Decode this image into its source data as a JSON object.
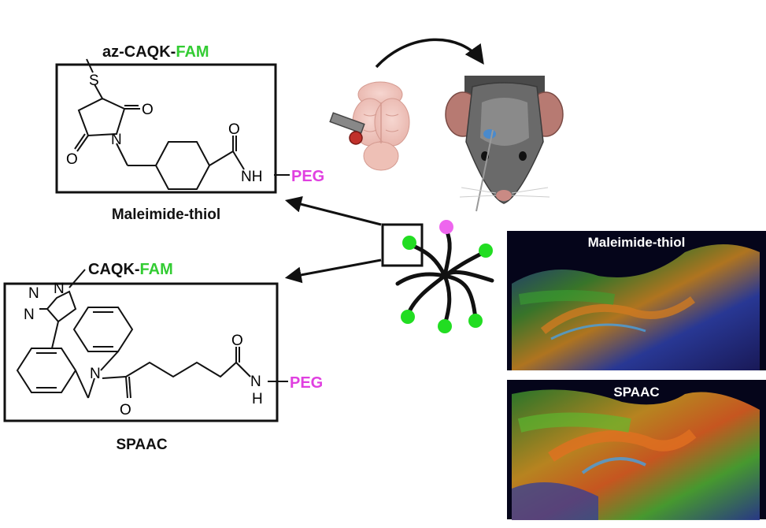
{
  "top_compound": {
    "peptide_prefix": "az-CAQK-",
    "peptide_tag": "FAM",
    "sulfur": "S",
    "oxygen_a": "O",
    "oxygen_b": "O",
    "oxygen_c": "O",
    "nitrogen": "N",
    "amide": "NH",
    "peg": "PEG",
    "caption": "Maleimide-thiol"
  },
  "bottom_compound": {
    "peptide_prefix": "CAQK-",
    "peptide_tag": "FAM",
    "triazole_n1": "N",
    "triazole_n2": "N",
    "triazole_n3": "N",
    "nitrogen": "N",
    "oxygen_a": "O",
    "oxygen_b": "O",
    "amide_n": "N",
    "amide_h": "H",
    "peg": "PEG",
    "caption": "SPAAC"
  },
  "panels": {
    "top_title": "Maleimide-thiol",
    "bottom_title": "SPAAC"
  },
  "colors": {
    "fam_green": "#33cc33",
    "peg_magenta": "#e040e0",
    "dot_green": "#22dd22",
    "dot_magenta": "#ee66ee",
    "ink": "#111111"
  },
  "icons": [
    "brain-icon",
    "syringe-icon",
    "mouse-head-icon",
    "curved-arrow-icon",
    "star-polymer-icon"
  ]
}
